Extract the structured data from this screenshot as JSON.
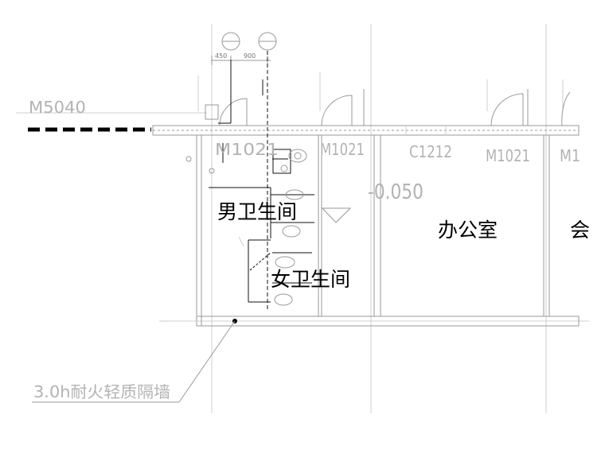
{
  "labels": {
    "door_m5040": "M5040",
    "door_m1021_a": "M1021",
    "door_m1021_b": "M1021",
    "window_c1212": "C1212",
    "door_m1021_c": "M1021",
    "door_m1_partial": "M1",
    "elevation": "-0.050",
    "dim_450": "450",
    "dim_900": "900"
  },
  "rooms": {
    "mens_toilet": "男卫生间",
    "womens_toilet": "女卫生间",
    "office": "办公室",
    "partial_room": "会"
  },
  "callout": {
    "wall_note": "3.0h耐火轻质隔墙"
  }
}
